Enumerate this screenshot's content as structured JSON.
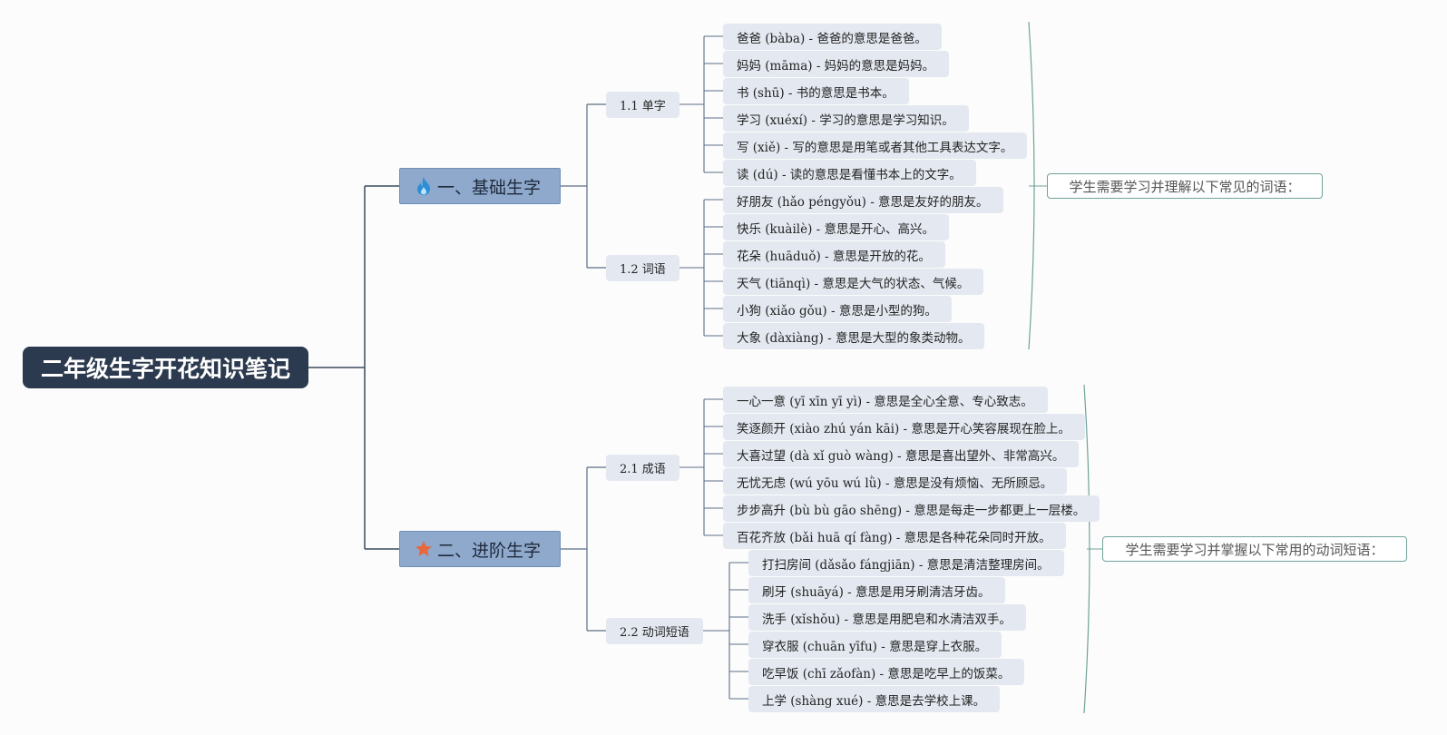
{
  "root": {
    "title": "二年级生字开花知识笔记"
  },
  "branches": [
    {
      "icon": "flame-icon",
      "icon_color": "#2d8fd5",
      "title": "一、基础生字",
      "summary": "学生需要学习并理解以下常见的词语：",
      "subs": [
        {
          "title": "1.1 单字",
          "items": [
            "爸爸 (bàba) - 爸爸的意思是爸爸。",
            "妈妈 (māma) - 妈妈的意思是妈妈。",
            "书 (shū) - 书的意思是书本。",
            "学习 (xuéxí) - 学习的意思是学习知识。",
            "写 (xiě) - 写的意思是用笔或者其他工具表达文字。",
            "读 (dú) - 读的意思是看懂书本上的文字。"
          ]
        },
        {
          "title": "1.2 词语",
          "items": [
            "好朋友 (hǎo péngyǒu) - 意思是友好的朋友。",
            "快乐 (kuàilè) - 意思是开心、高兴。",
            "花朵 (huāduǒ) - 意思是开放的花。",
            "天气 (tiānqì) - 意思是大气的状态、气候。",
            "小狗 (xiǎo gǒu) - 意思是小型的狗。",
            "大象 (dàxiàng) - 意思是大型的象类动物。"
          ]
        }
      ]
    },
    {
      "icon": "star-icon",
      "icon_color": "#e8673c",
      "title": "二、进阶生字",
      "summary": "学生需要学习并掌握以下常用的动词短语：",
      "subs": [
        {
          "title": "2.1 成语",
          "items": [
            "一心一意 (yī xīn yī yì) - 意思是全心全意、专心致志。",
            "笑逐颜开 (xiào zhú yán kāi) - 意思是开心笑容展现在脸上。",
            "大喜过望 (dà xǐ guò wàng) - 意思是喜出望外、非常高兴。",
            "无忧无虑 (wú yōu wú lǜ) - 意思是没有烦恼、无所顾忌。",
            "步步高升 (bù bù gāo shēng) - 意思是每走一步都更上一层楼。",
            "百花齐放 (bǎi huā qí fàng) - 意思是各种花朵同时开放。"
          ]
        },
        {
          "title": "2.2 动词短语",
          "items": [
            "打扫房间 (dǎsǎo fángjiān) - 意思是清洁整理房间。",
            "刷牙 (shuāyá) - 意思是用牙刷清洁牙齿。",
            "洗手 (xǐshǒu) - 意思是用肥皂和水清洁双手。",
            "穿衣服 (chuān yīfu) - 意思是穿上衣服。",
            "吃早饭 (chī zǎofàn) - 意思是吃早上的饭菜。",
            "上学 (shàng xué) - 意思是去学校上课。"
          ]
        }
      ]
    }
  ]
}
